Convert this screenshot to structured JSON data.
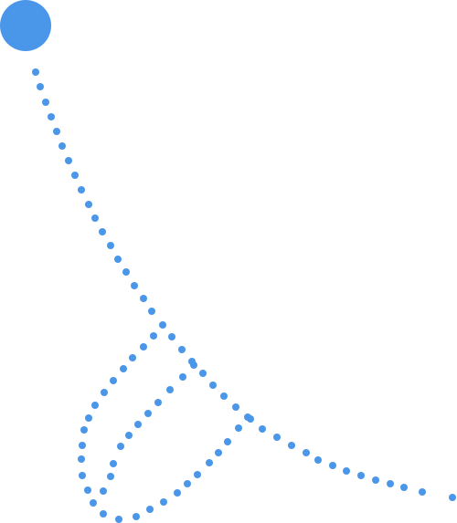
{
  "canvas": {
    "background": "#ffffff"
  },
  "path": {
    "color": "#4a96e8",
    "style": "dotted",
    "shape": "descending curve with a loop near the bottom-left",
    "start_marker": {
      "icon": "circle-handle",
      "color": "#4a96e8"
    }
  }
}
